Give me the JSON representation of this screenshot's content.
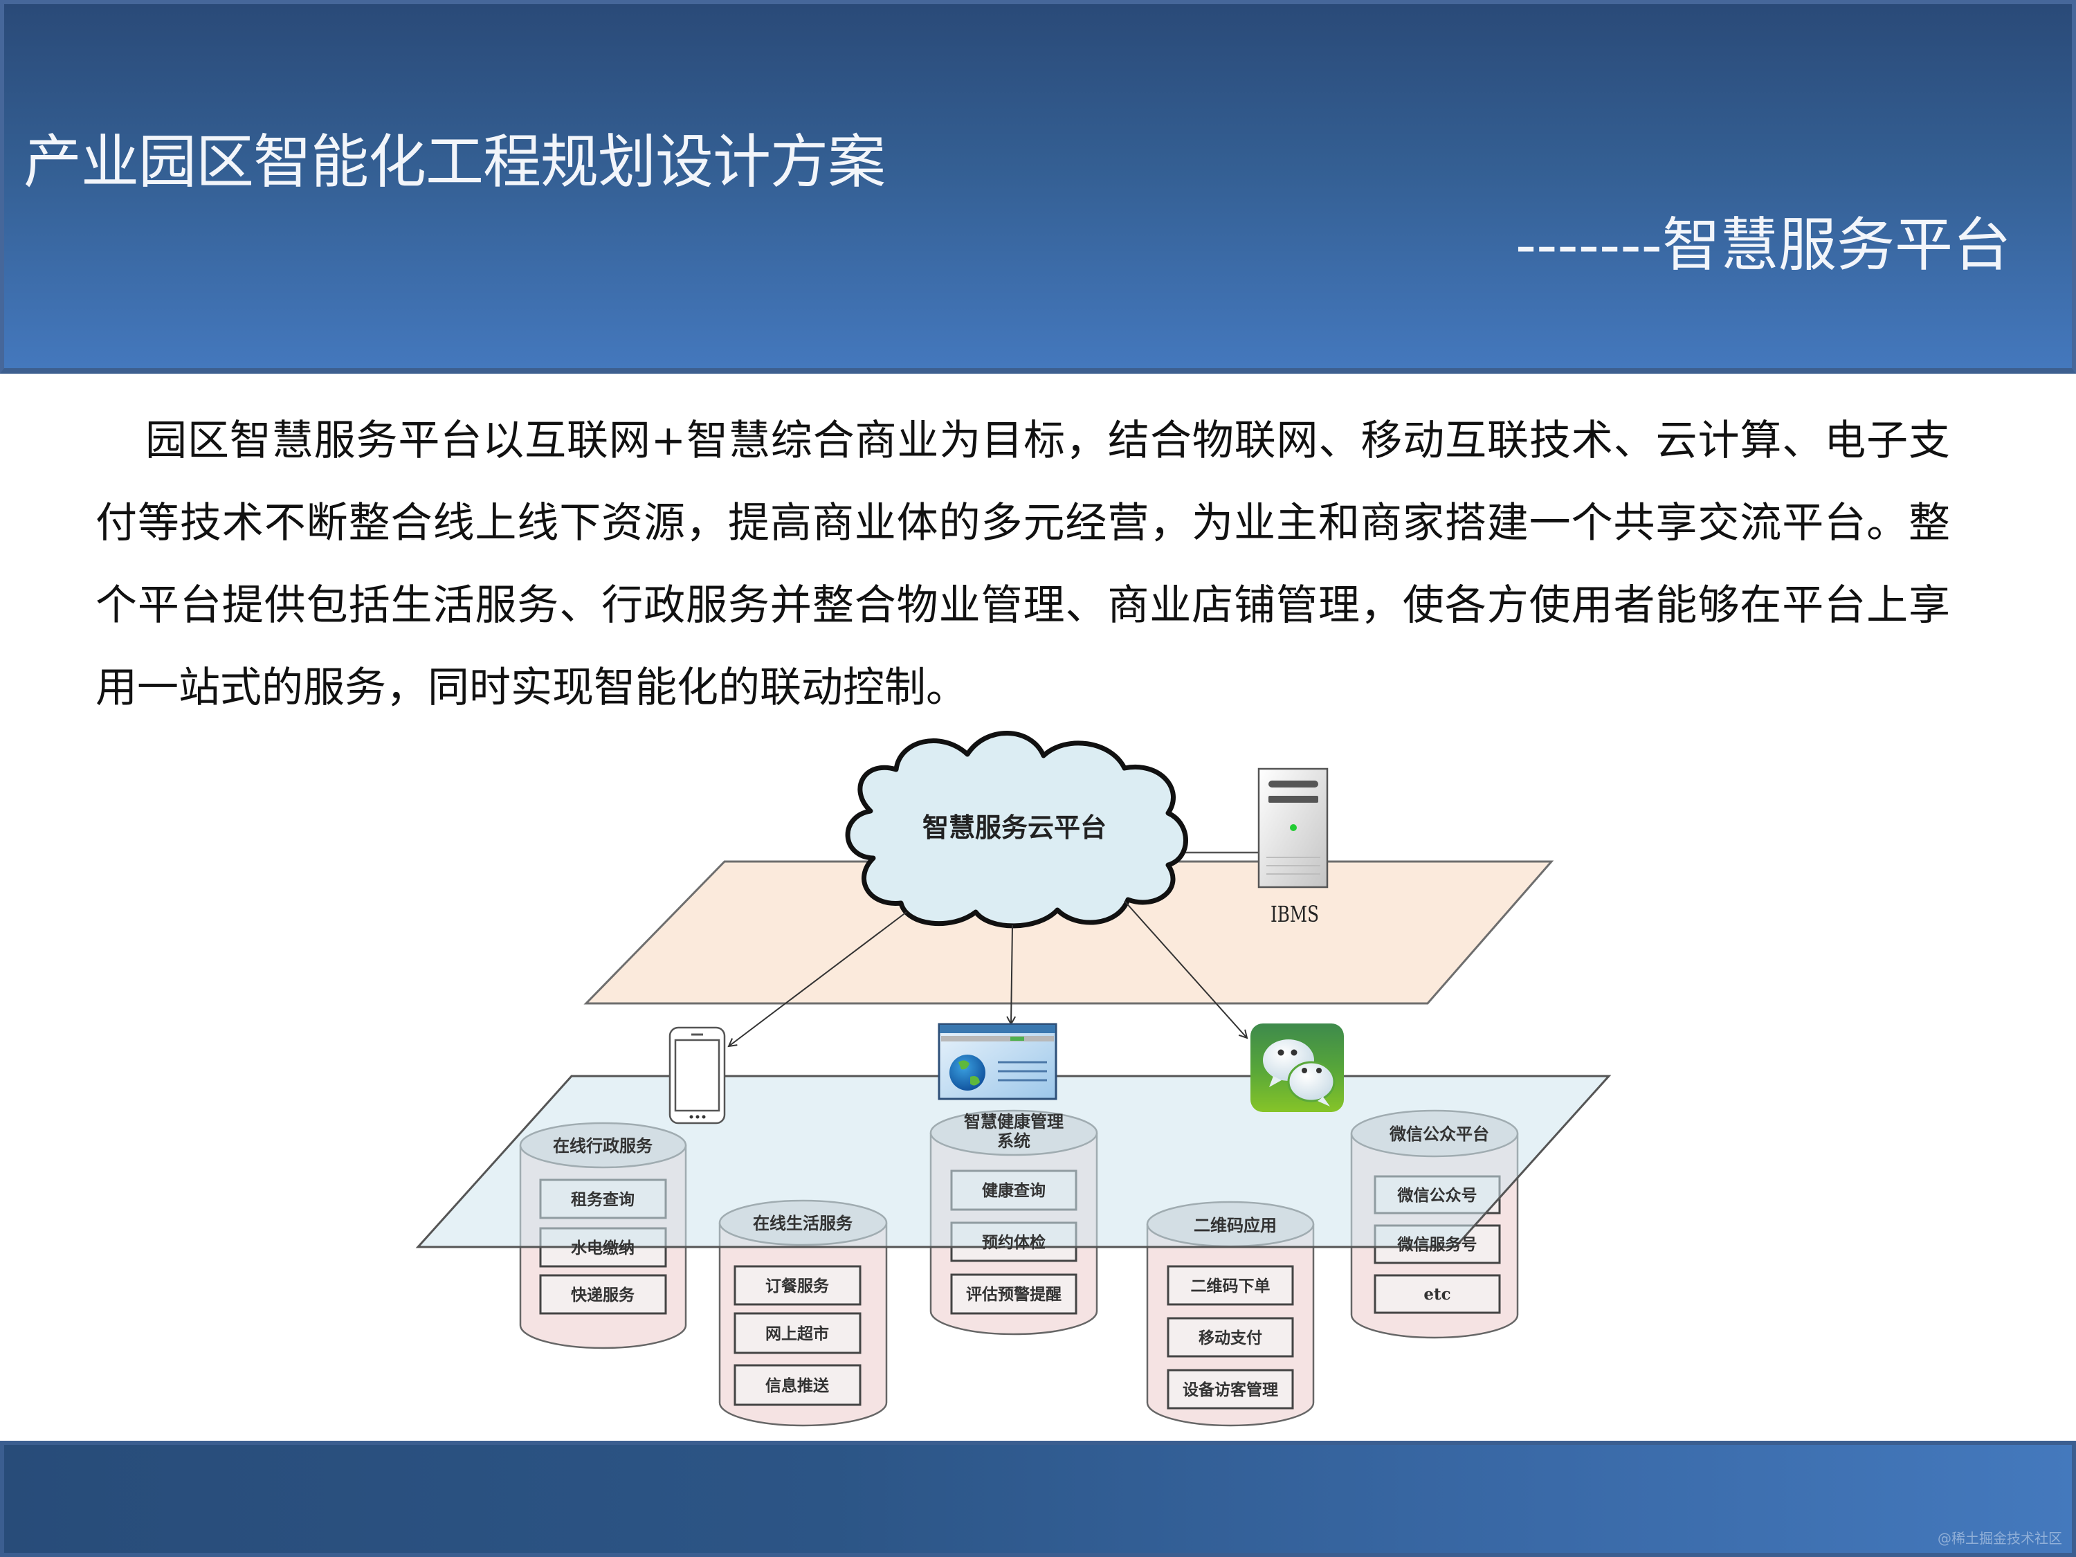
{
  "header": {
    "title": "产业园区智能化工程规划设计方案",
    "subtitle": "-------智慧服务平台"
  },
  "content": {
    "paragraph": "园区智慧服务平台以互联网+智慧综合商业为目标，结合物联网、移动互联技术、云计算、电子支付等技术不断整合线上线下资源，提高商业体的多元经营，为业主和商家搭建一个共享交流平台。整个平台提供包括生活服务、行政服务并整合物业管理、商业店铺管理，使各方使用者能够在平台上享用一站式的服务，同时实现智能化的联动控制。"
  },
  "diagram": {
    "cloud": {
      "label": "智慧服务云平台",
      "icon": "cloud-icon"
    },
    "server": {
      "label": "IBMS",
      "icon": "server-icon"
    },
    "channels": [
      {
        "name": "mobile",
        "icon": "smartphone-icon"
      },
      {
        "name": "web",
        "icon": "browser-globe-icon"
      },
      {
        "name": "wechat",
        "icon": "wechat-icon"
      }
    ],
    "cylinders": [
      {
        "title": "在线行政服务",
        "items": [
          "租务查询",
          "水电缴纳",
          "快递服务"
        ]
      },
      {
        "title": "在线生活服务",
        "items": [
          "订餐服务",
          "网上超市",
          "信息推送"
        ]
      },
      {
        "title_line1": "智慧健康管理",
        "title_line2": "系统",
        "items": [
          "健康查询",
          "预约体检",
          "评估预警提醒"
        ]
      },
      {
        "title": "二维码应用",
        "items": [
          "二维码下单",
          "移动支付",
          "设备访客管理"
        ]
      },
      {
        "title": "微信公众平台",
        "items": [
          "微信公众号",
          "微信服务号",
          "etc"
        ]
      }
    ],
    "colors": {
      "cloud_fill": "#dcedf3",
      "upper_plane": "#fbeadc",
      "lower_plane": "#d8ebf0",
      "cylinder_body": "#f5e3e3",
      "cylinder_top": "#d7d9dc",
      "wechat_green": "#5aa83a"
    }
  },
  "footer": {
    "watermark": "@稀土掘金技术社区"
  },
  "theme": {
    "header_top": "#2a4a78",
    "header_bottom": "#4478bd",
    "footer_left": "#284c79",
    "footer_right": "#4479bd"
  }
}
